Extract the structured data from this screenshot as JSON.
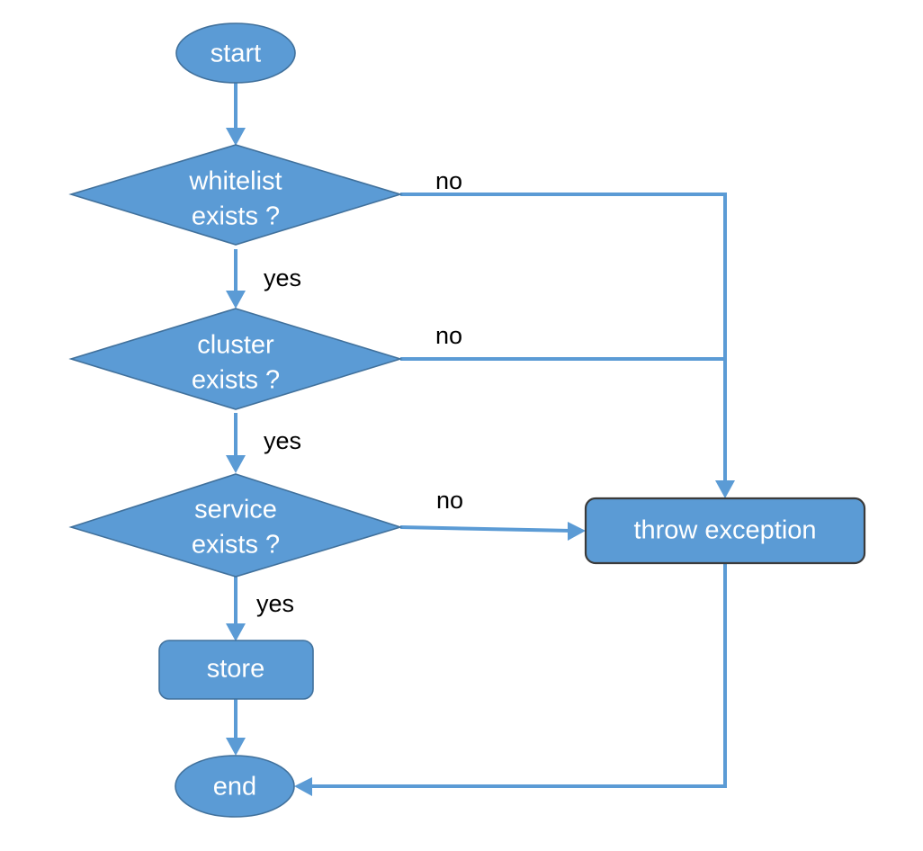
{
  "diagram": {
    "type": "flowchart",
    "title": "",
    "background_color": "#FFFFFF",
    "palette": {
      "node_fill": "#5B9BD5",
      "node_stroke": "#41719C",
      "process_stroke": "#3B3B3B",
      "node_text": "#FFFFFF",
      "edge_color": "#5B9BD5",
      "edge_label_text": "#000000"
    },
    "nodes": {
      "start": {
        "label": "start",
        "shape": "ellipse"
      },
      "whitelist": {
        "label_line1": "whitelist",
        "label_line2": "exists ?",
        "shape": "diamond"
      },
      "cluster": {
        "label_line1": "cluster",
        "label_line2": "exists  ?",
        "shape": "diamond"
      },
      "service": {
        "label_line1": "service",
        "label_line2": "exists  ?",
        "shape": "diamond"
      },
      "store": {
        "label": "store",
        "shape": "rounded-rectangle"
      },
      "throw_exception": {
        "label": "throw exception",
        "shape": "rounded-rectangle"
      },
      "end": {
        "label": "end",
        "shape": "ellipse"
      }
    },
    "edges": [
      {
        "id": "start-to-whitelist",
        "from": "start",
        "to": "whitelist",
        "label": ""
      },
      {
        "id": "whitelist-no",
        "from": "whitelist",
        "to": "throw_exception",
        "label": "no"
      },
      {
        "id": "whitelist-yes",
        "from": "whitelist",
        "to": "cluster",
        "label": "yes"
      },
      {
        "id": "cluster-no",
        "from": "cluster",
        "to": "throw_exception",
        "label": "no"
      },
      {
        "id": "cluster-yes",
        "from": "cluster",
        "to": "service",
        "label": "yes"
      },
      {
        "id": "service-no",
        "from": "service",
        "to": "throw_exception",
        "label": "no"
      },
      {
        "id": "service-yes",
        "from": "service",
        "to": "store",
        "label": "yes"
      },
      {
        "id": "store-to-end",
        "from": "store",
        "to": "end",
        "label": ""
      },
      {
        "id": "throw-to-end",
        "from": "throw_exception",
        "to": "end",
        "label": ""
      }
    ]
  }
}
